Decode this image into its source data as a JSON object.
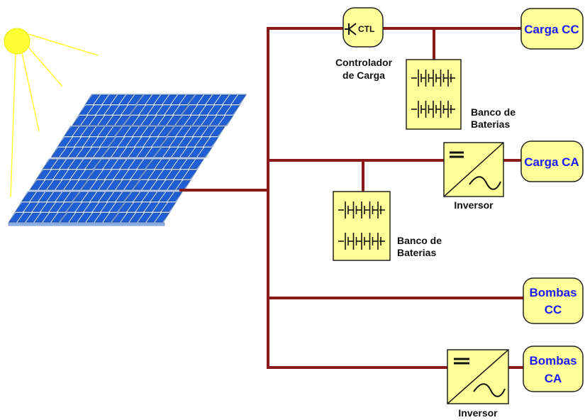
{
  "controller": {
    "symbol": "CTL",
    "label_line1": "Controlador",
    "label_line2": "de Carga"
  },
  "battery_bank_1": {
    "label_line1": "Banco de",
    "label_line2": "Baterias"
  },
  "battery_bank_2": {
    "label_line1": "Banco de",
    "label_line2": "Baterias"
  },
  "inverter_1": {
    "label": "Inversor"
  },
  "inverter_2": {
    "label": "Inversor"
  },
  "loads": {
    "carga_cc": {
      "line1": "Carga CC"
    },
    "carga_ca": {
      "line1": "Carga CA"
    },
    "bombas_cc": {
      "line1": "Bombas",
      "line2": "CC"
    },
    "bombas_ca": {
      "line1": "Bombas",
      "line2": "CA"
    }
  },
  "colors": {
    "wire": "#8b1a1a",
    "component_fill": "#ffff99",
    "load_text": "#1a1aff",
    "sun": "#ffff33",
    "panel_cell": "#1f5fd6"
  },
  "icons": [
    "sun-icon",
    "solar-panel-array-icon",
    "battery-cells-icon",
    "dc-ac-inverter-icon",
    "switch-icon"
  ]
}
